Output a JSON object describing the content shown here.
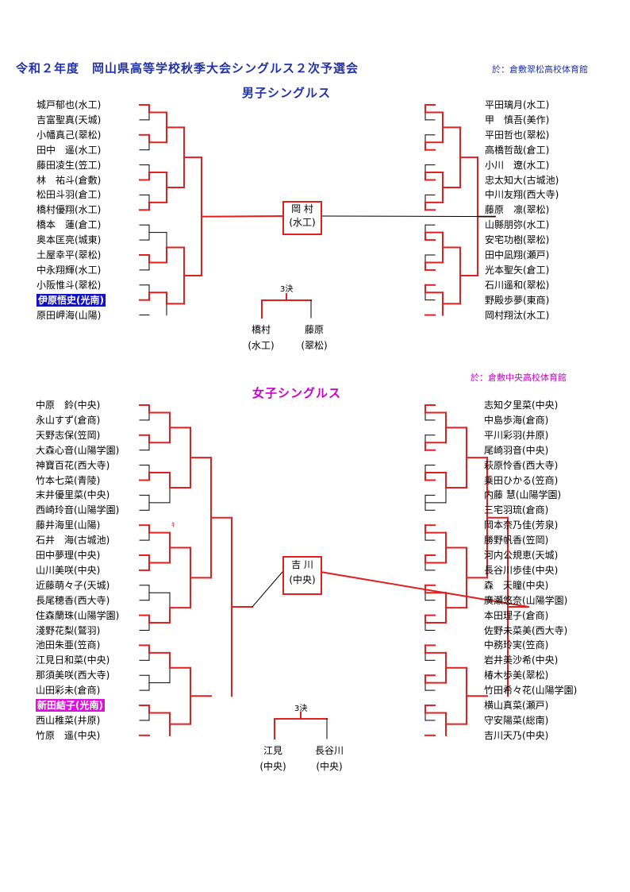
{
  "header": {
    "title": "令和２年度　岡山県高等学校秋季大会シングルス２次予選会",
    "venue_men": "於：倉敷翠松高校体育館",
    "venue_women": "於：倉敷中央高校体育館"
  },
  "men": {
    "title": "男子シングルス",
    "left": [
      "城戸郁也(水工)",
      "吉富聖真(天城)",
      "小幡真己(翠松)",
      "田中　遥(水工)",
      "藤田凌生(笠工)",
      "林　祐斗(倉敷)",
      "松田斗羽(倉工)",
      "橋村優翔(水工)",
      "橋本　蓮(倉工)",
      "奥本匡亮(城東)",
      "土屋幸平(翠松)",
      "中永翔輝(水工)",
      "小阪惟斗(翠松)",
      "伊原悟史(光南)",
      "原田岬海(山陽)"
    ],
    "right": [
      "平田璃月(水工)",
      "甲　慎吾(美作)",
      "平田哲也(翠松)",
      "高橋哲哉(倉工)",
      "小川　遼(水工)",
      "忠太知大(古城池)",
      "中川友翔(西大寺)",
      "藤原　凛(翠松)",
      "山縣朋弥(水工)",
      "安宅功樹(翠松)",
      "田中凪翔(瀬戸)",
      "光本聖矢(倉工)",
      "石川遥和(翠松)",
      "野殿歩夢(東商)",
      "岡村翔汰(水工)"
    ],
    "winner": {
      "name": "岡 村",
      "school": "(水工)"
    },
    "third": {
      "label": "3決",
      "p1_name": "橋村",
      "p1_school": "(水工)",
      "p2_name": "藤原",
      "p2_school": "(翠松)"
    }
  },
  "women": {
    "title": "女子シングルス",
    "left": [
      "中原　鈴(中央)",
      "永山すず(倉商)",
      "天野志保(笠岡)",
      "大森心音(山陽学園)",
      "神寶百花(西大寺)",
      "竹本七菜(青陵)",
      "末井優里菜(中央)",
      "西崎玲音(山陽学園)",
      "藤井海里(山陽)",
      "石井　海(古城池)",
      "田中夢理(中央)",
      "山川美咲(中央)",
      "近藤萌々子(天城)",
      "長尾穂香(西大寺)",
      "住森蘭珠(山陽学園)",
      "淺野花梨(鷲羽)",
      "池田朱亜(笠商)",
      "江見日和菜(中央)",
      "那須美咲(西大寺)",
      "山田彩未(倉商)",
      "新田結子(光南)",
      "西山稚菜(井原)",
      "竹原　遥(中央)"
    ],
    "right": [
      "志知夕里菜(中央)",
      "中島歩海(倉商)",
      "平川彩羽(井原)",
      "尾崎羽音(中央)",
      "萩原怜香(西大寺)",
      "乗田ひかる(笠商)",
      "内藤 慧(山陽学園)",
      "三宅羽琉(倉商)",
      "岡本奈乃佳(芳泉)",
      "勝野帆香(笠岡)",
      "河内公規恵(天城)",
      "長谷川歩佳(中央)",
      "森　天瞳(中央)",
      "廣瀬悠奈(山陽学園)",
      "本田理子(倉商)",
      "佐野未菜美(西大寺)",
      "中務玲実(笠商)",
      "岩井美沙希(中央)",
      "椿木歩美(翠松)",
      "竹田希々花(山陽学園)",
      "横山真菜(瀬戸)",
      "守安陽菜(総南)",
      "吉川天乃(中央)"
    ],
    "winner": {
      "name": "吉 川",
      "school": "(中央)"
    },
    "third": {
      "label": "3決",
      "p1_name": "江見",
      "p1_school": "(中央)",
      "p2_name": "長谷川",
      "p2_school": "(中央)"
    },
    "annotation": "ｷ"
  }
}
